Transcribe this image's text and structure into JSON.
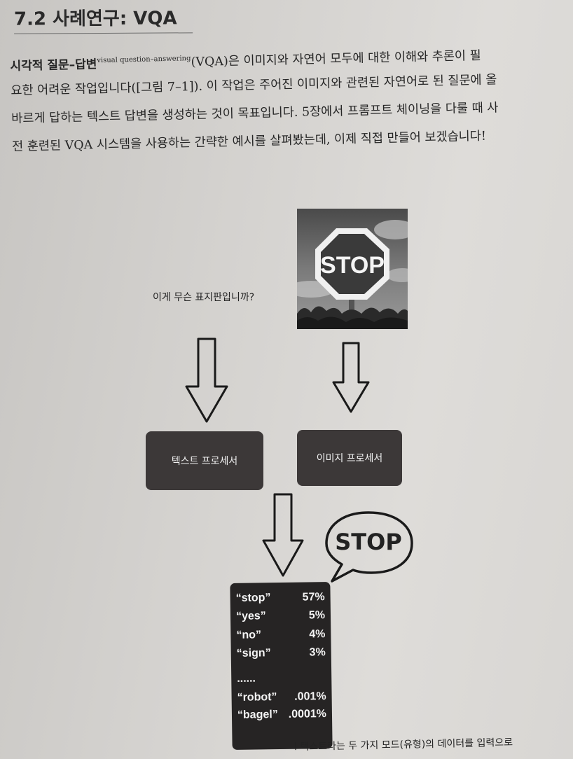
{
  "section_title": "7.2 사례연구: VQA",
  "paragraph": {
    "term": "시각적 질문–답변",
    "term_english": "visual question–answering",
    "line1_rest": "(VQA)은 이미지와 자연어 모두에 대한 이해와 추론이 필",
    "line2": "요한 어려운 작업입니다([그림 7–1]). 이 작업은 주어진 이미지와 관련된 자연어로 된 질문에 올",
    "line3": "바르게 답하는 텍스트 답변을 생성하는 것이 목표입니다. 5장에서 프롬프트 체이닝을 다룰 때 사",
    "line4": "전 훈련된 VQA 시스템을 사용하는 간략한 예시를 살펴봤는데, 이제 직접 만들어 보겠습니다!"
  },
  "figure": {
    "question": "이게 무슨 표지판입니까?",
    "sign_text": "STOP",
    "text_processor": "텍스트 프로세서",
    "image_processor": "이미지 프로세서",
    "speech_bubble": "STOP",
    "results": [
      {
        "label": "“stop”",
        "value": "57%"
      },
      {
        "label": "“yes”",
        "value": "5%"
      },
      {
        "label": "“no”",
        "value": "4%"
      },
      {
        "label": "“sign”",
        "value": "3%"
      },
      {
        "label": "......",
        "value": ""
      },
      {
        "label": "“robot”",
        "value": ".001%"
      },
      {
        "label": "“bagel”",
        "value": ".0001%"
      }
    ]
  },
  "bottom_fragment": "l 텍스트라는 두 가지 모드(유형)의 데이터를 입력으로"
}
